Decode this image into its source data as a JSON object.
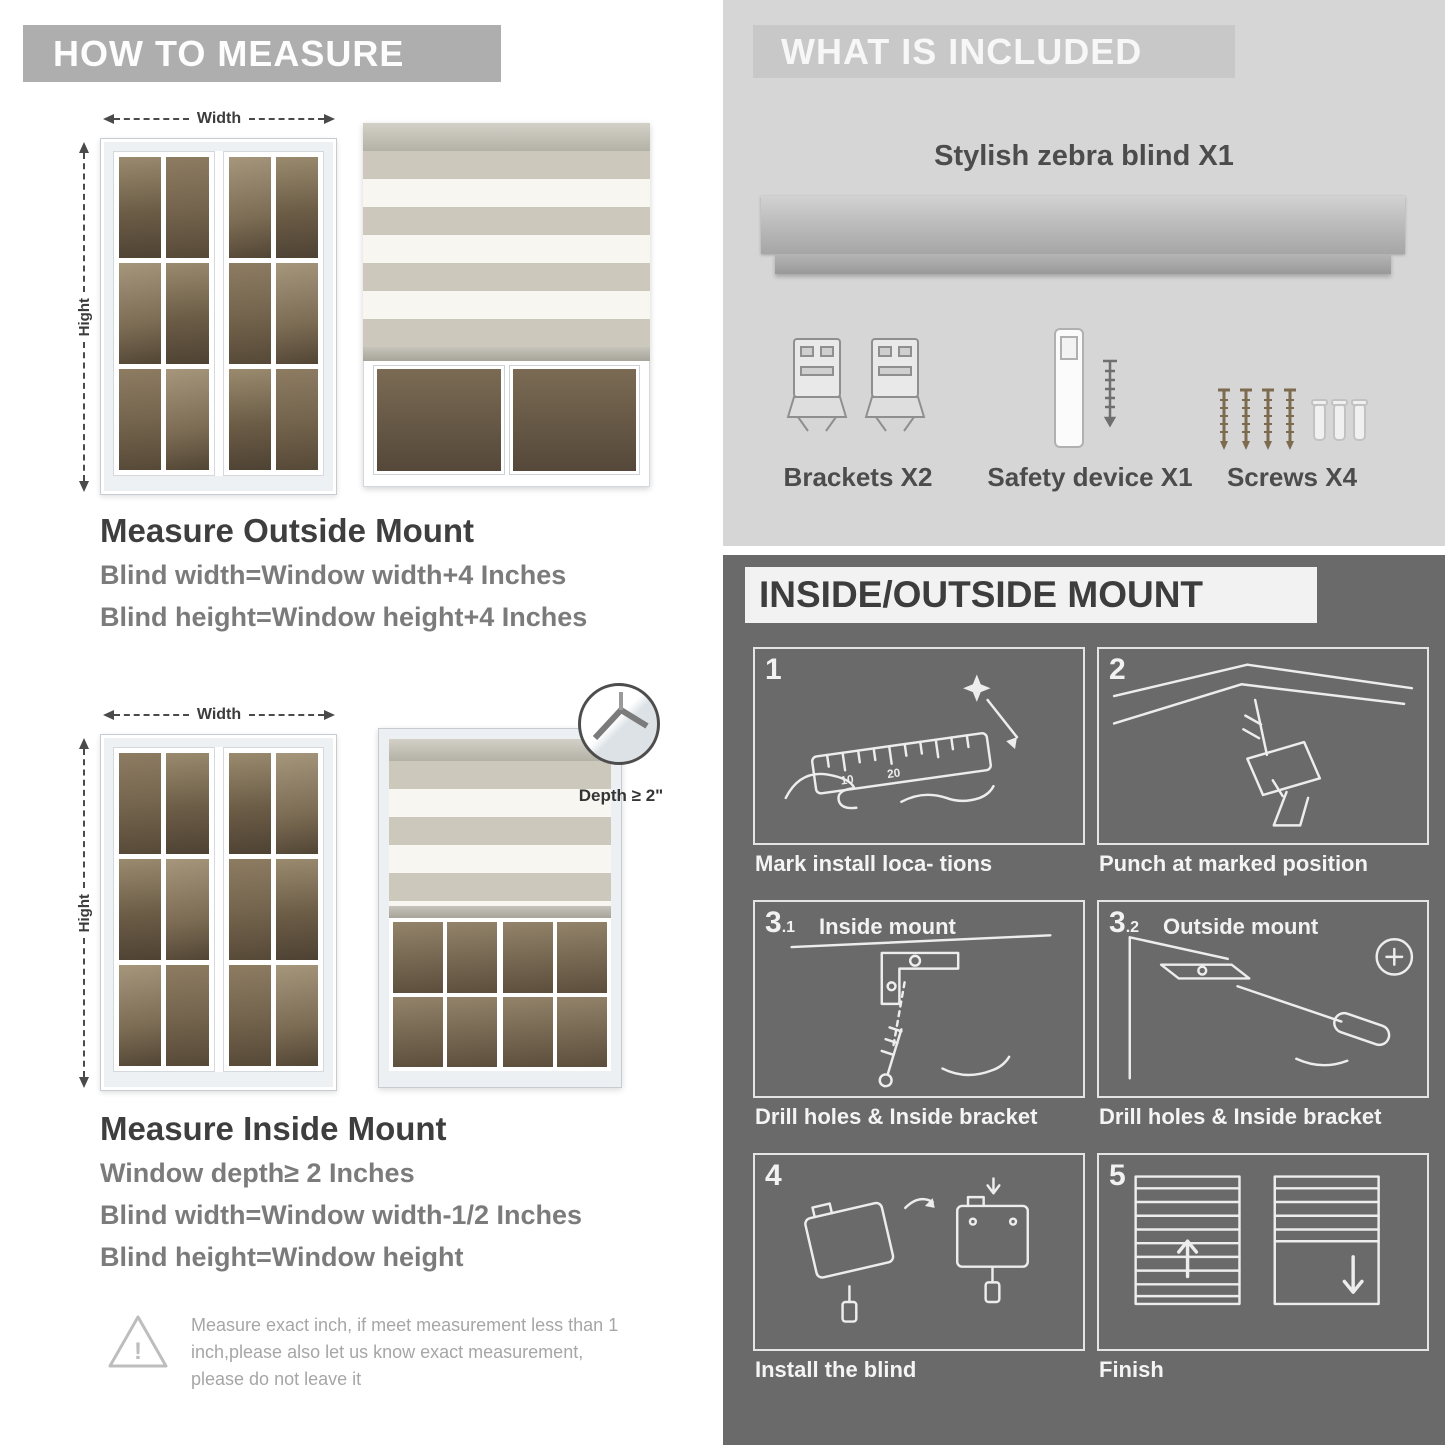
{
  "colors": {
    "banner_gray": "#aeaeae",
    "panel_light": "#d6d6d6",
    "panel_dark": "#6a6a6a",
    "title_dark": "#3e3e3e",
    "formula_gray": "#7b7b7b"
  },
  "measure": {
    "header": "HOW TO MEASURE",
    "outside": {
      "width_label": "Width",
      "height_label": "Hight",
      "title": "Measure Outside Mount",
      "formulas": [
        "Blind width=Window width+4 Inches",
        "Blind height=Window height+4 Inches"
      ]
    },
    "inside": {
      "width_label": "Width",
      "height_label": "Hight",
      "depth_label": "Depth ≥ 2\"",
      "title": "Measure Inside Mount",
      "formulas": [
        "Window depth≥ 2 Inches",
        "Blind width=Window width-1/2 Inches",
        "Blind height=Window height"
      ]
    },
    "note": {
      "icon_mark": "!",
      "text": "Measure exact inch, if meet measurement less than 1 inch,please also let us know exact measurement, please do not leave it"
    }
  },
  "included": {
    "header": "WHAT IS INCLUDED",
    "blind_label": "Stylish zebra blind X1",
    "items": [
      {
        "name": "brackets",
        "label": "Brackets X2"
      },
      {
        "name": "safety-device",
        "label": "Safety device X1"
      },
      {
        "name": "screws",
        "label": "Screws X4"
      }
    ]
  },
  "mount": {
    "header": "INSIDE/OUTSIDE MOUNT",
    "steps": [
      {
        "num": "1",
        "caption": "Mark install loca- tions",
        "ruler_marks": [
          "10",
          "20"
        ]
      },
      {
        "num": "2",
        "caption": "Punch at  marked position"
      },
      {
        "num": "3",
        "sub": ".1",
        "label": "Inside mount",
        "caption": "Drill holes &  Inside bracket"
      },
      {
        "num": "3",
        "sub": ".2",
        "label": "Outside mount",
        "caption": "Drill holes &  Inside bracket"
      },
      {
        "num": "4",
        "caption": "Install the blind"
      },
      {
        "num": "5",
        "caption": "Finish"
      }
    ]
  }
}
